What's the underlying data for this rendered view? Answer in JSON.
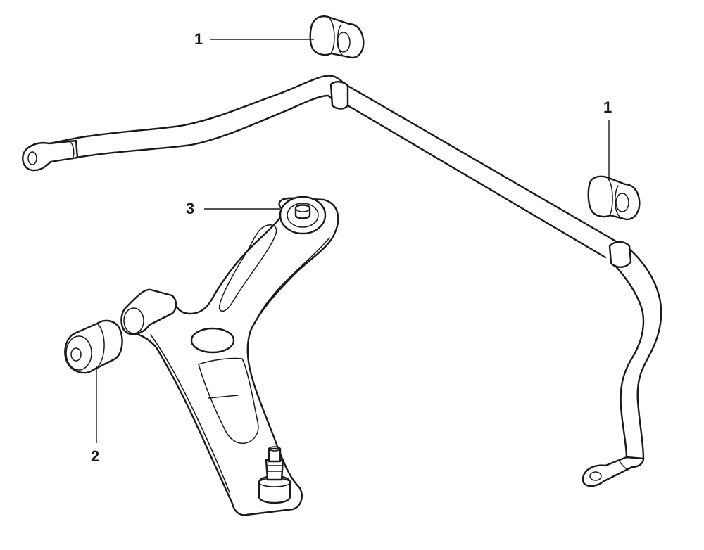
{
  "callouts": [
    {
      "id": "bushing-upper",
      "label": "1"
    },
    {
      "id": "bushing-right",
      "label": "1"
    },
    {
      "id": "rear-bushing",
      "label": "2"
    },
    {
      "id": "front-bushing",
      "label": "3"
    }
  ]
}
